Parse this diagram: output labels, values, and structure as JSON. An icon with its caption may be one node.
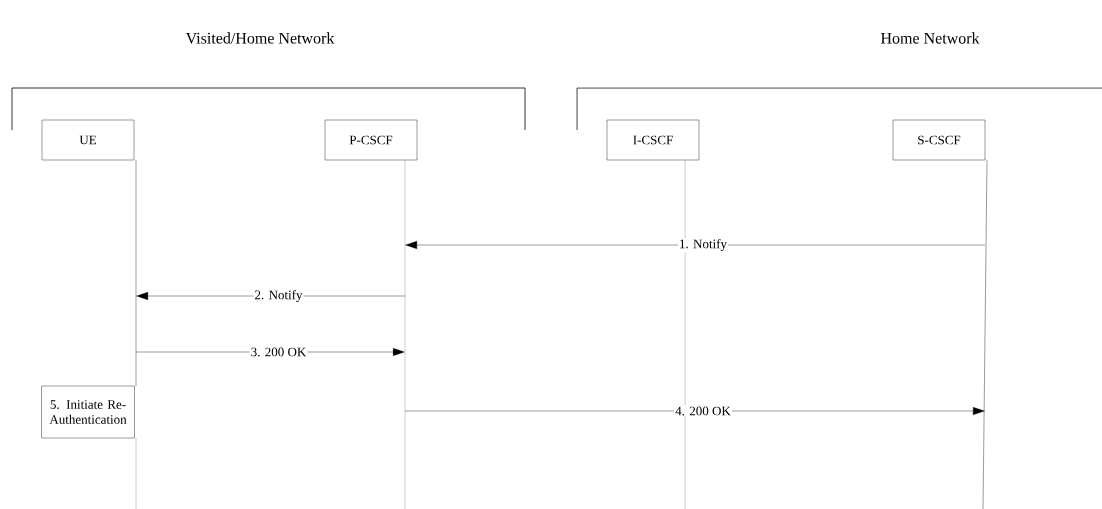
{
  "diagram": {
    "nodes": [
      {
        "text": [
          "UE"
        ]
      },
      {
        "text": [
          "P-CSCF"
        ]
      },
      {
        "text": [
          "I-CSCF"
        ]
      },
      {
        "text": [
          "S-CSCF"
        ]
      },
      {
        "text": [
          "5. Initiate Re-Authentication"
        ]
      }
    ],
    "edges": [
      {
        "from": 3,
        "to": 1,
        "arrow": "to",
        "label": "1. Notify"
      },
      {
        "from": 1,
        "to": 0,
        "arrow": "to",
        "label": "2. Notify"
      },
      {
        "from": 0,
        "to": 1,
        "arrow": "to",
        "label": "3. 200 OK"
      },
      {
        "from": 1,
        "to": 3,
        "arrow": "to",
        "label": "4. 200 OK"
      }
    ],
    "labels": [
      "Visited/Home Network",
      "Home Network"
    ]
  }
}
